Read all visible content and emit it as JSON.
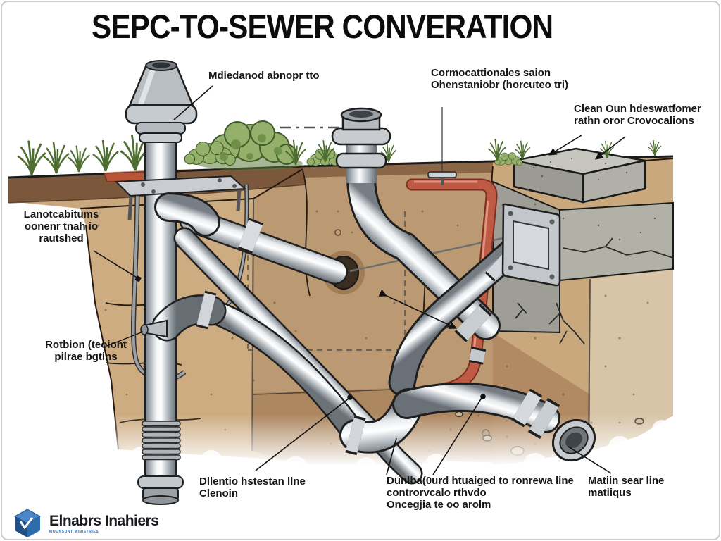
{
  "title": "SEPC-TO-SEWER CONVERATION",
  "callouts": {
    "riser_cap": {
      "line1": "Mdiedanod abnopr tto"
    },
    "service_valve": {
      "line1": "Cormocattionales saion",
      "line2": "Ohenstaniobr (horcuteo tri)"
    },
    "cleanout_block": {
      "line1": "Clean Oun hdeswatfomer",
      "line2": "rathn oror Crovocalions"
    },
    "abandoned_tank": {
      "line1": "Lanotcabitums",
      "line2": "oonenr tnah io",
      "line3": "rautshed"
    },
    "elbow_joint": {
      "line1": "Rotbion (teoiont",
      "line2": "pilrae bgtins"
    },
    "lateral_line": {
      "line1": "Dllentio hstestan llne",
      "line2": "Clenoin"
    },
    "connection_line": {
      "line1": "Dunlba(0urd htuaiged to ronrewa line",
      "line2": "controrvcalo rthvdo",
      "line3": "Oncegjia te oo arolm"
    },
    "main_sewer_line": {
      "line1": "Matiin sear line",
      "line2": "matiiqus"
    }
  },
  "logo": {
    "name": "Elnabrs Inahiers",
    "tagline": "MOUNSUNT MINISTRIES"
  },
  "colors": {
    "pipe_gray": "#c3c9cf",
    "accent_red": "#bf5a45",
    "soil_tan": "#c9a87d",
    "topsoil_brown": "#7b583c",
    "concrete_gray": "#b2b2aa",
    "grass_green": "#4d6e30",
    "logo_blue": "#2f6cac"
  }
}
